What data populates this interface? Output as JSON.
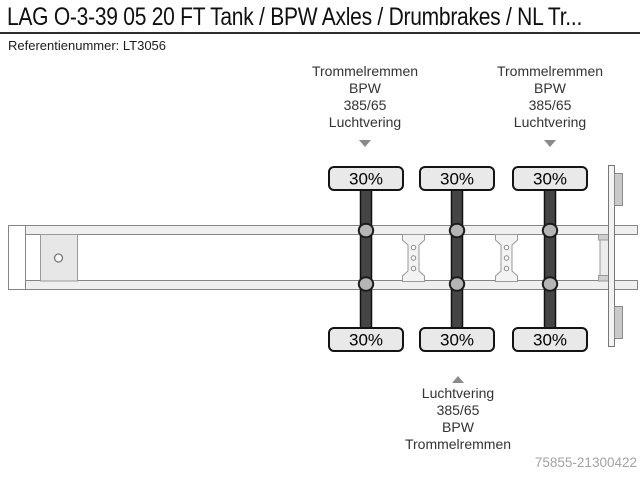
{
  "header": {
    "title": "LAG O-3-39 05 20 FT Tank / BPW Axles / Drumbrakes / NL Tr...",
    "reference": "Referentienummer: LT3056"
  },
  "diagram": {
    "type": "trailer-axle-schematic",
    "annotation_top_left": {
      "lines": [
        "Trommelremmen",
        "BPW",
        "385/65",
        "Luchtvering"
      ]
    },
    "annotation_top_right": {
      "lines": [
        "Trommelremmen",
        "BPW",
        "385/65",
        "Luchtvering"
      ]
    },
    "annotation_bottom": {
      "lines": [
        "Luchtvering",
        "385/65",
        "BPW",
        "Trommelremmen"
      ]
    },
    "axle_loads": {
      "top": [
        "30%",
        "30%",
        "30%"
      ],
      "bottom": [
        "30%",
        "30%",
        "30%"
      ]
    },
    "axle_count": 3
  },
  "footer": {
    "watermark": "75855-21300422"
  },
  "colors": {
    "badge_fill": "#e9e9e9",
    "badge_border": "#141414",
    "axle_bar": "#454545",
    "airbag_fill": "#b5b5b5",
    "frame_fill": "#efefef",
    "frame_stroke": "#858585",
    "annotation_text": "#333333",
    "watermark_text": "#a3a3a3",
    "arrow_gray": "#8a8a8a"
  }
}
